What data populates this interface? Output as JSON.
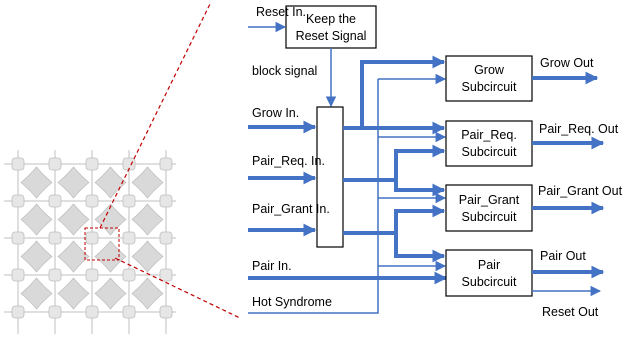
{
  "colors": {
    "signal": "#4472C4",
    "box_stroke": "#000000",
    "grid_fill": "#D9D9D9",
    "grid_stroke": "#BFBFBF",
    "zoom_line": "#C00000"
  },
  "inputs": {
    "reset_in": "Reset In.",
    "block_signal": "block signal",
    "grow_in": "Grow In.",
    "pair_req_in": "Pair_Req. In.",
    "pair_grant_in": "Pair_Grant In.",
    "pair_in": "Pair In.",
    "hot_syndrome": "Hot Syndrome"
  },
  "blocks": {
    "keep_reset": [
      "Keep the",
      "Reset Signal"
    ],
    "grow": [
      "Grow",
      "Subcircuit"
    ],
    "pair_req": [
      "Pair_Req.",
      "Subcircuit"
    ],
    "pair_grant": [
      "Pair_Grant",
      "Subcircuit"
    ],
    "pair": [
      "Pair",
      "Subcircuit"
    ]
  },
  "outputs": {
    "grow_out": "Grow Out",
    "pair_req_out": "Pair_Req. Out",
    "pair_grant_out": "Pair_Grant Out",
    "pair_out": "Pair Out",
    "reset_out": "Reset Out"
  }
}
